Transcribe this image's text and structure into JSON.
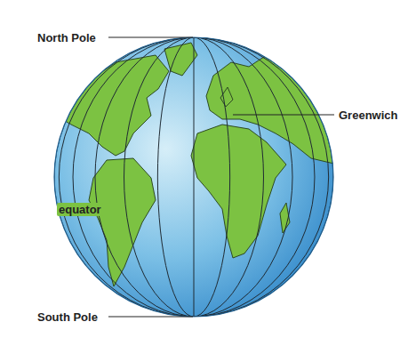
{
  "diagram": {
    "labels": [
      "North Pole",
      "Greenwich",
      "equator",
      "South Pole"
    ]
  }
}
